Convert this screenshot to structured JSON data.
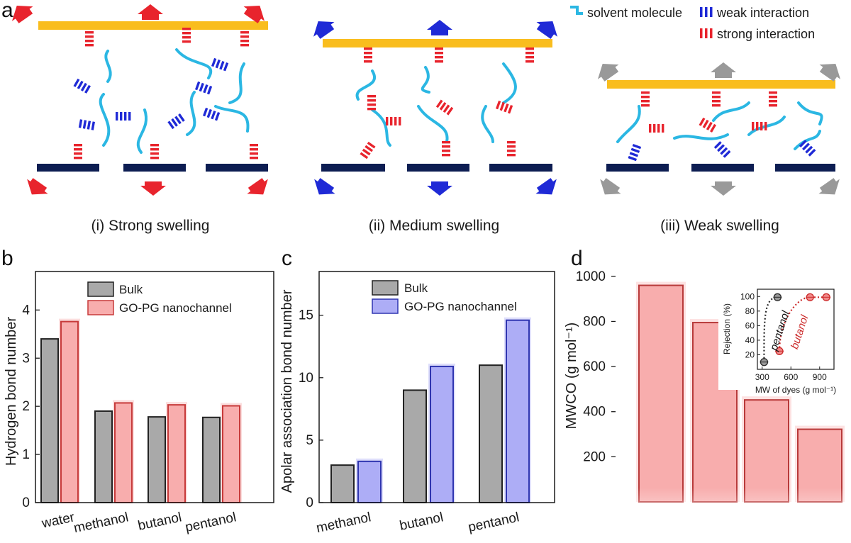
{
  "panel_a": {
    "letter": "a",
    "legend": {
      "solvent": "solvent molecule",
      "weak": "weak interaction",
      "strong": "strong interaction"
    },
    "captions": [
      "(i) Strong swelling",
      "(ii) Medium swelling",
      "(iii) Weak swelling"
    ],
    "colors": {
      "top_sheet": "#f9bd1e",
      "bottom_sheet": "#0d1d52",
      "solvent": "#2bb7e3",
      "weak": "#1f2ad6",
      "strong": "#e8242d",
      "arrow_i": "#e8242d",
      "arrow_ii": "#1f2ad6",
      "arrow_iii": "#999999"
    }
  },
  "chart_data": [
    {
      "id": "b",
      "letter": "b",
      "type": "bar",
      "categories": [
        "water",
        "methanol",
        "butanol",
        "pentanol"
      ],
      "series": [
        {
          "name": "Bulk",
          "values": [
            3.4,
            1.9,
            1.78,
            1.77
          ],
          "color": "#a9a9a9",
          "edge": "#222222"
        },
        {
          "name": "GO-PG nanochannel",
          "values": [
            3.76,
            2.07,
            2.03,
            2.01
          ],
          "color": "#f8adad",
          "edge": "#c73a3a"
        }
      ],
      "ylabel": "Hydrogen bond number",
      "ylim": [
        0,
        4.8
      ],
      "yticks": [
        "0",
        "1",
        "2",
        "3",
        "4"
      ],
      "legend": "top"
    },
    {
      "id": "c",
      "letter": "c",
      "type": "bar",
      "categories": [
        "methanol",
        "butanol",
        "pentanol"
      ],
      "series": [
        {
          "name": "Bulk",
          "values": [
            3.0,
            9.0,
            11.0
          ],
          "color": "#a9a9a9",
          "edge": "#222222"
        },
        {
          "name": "GO-PG nanochannel",
          "values": [
            3.3,
            10.9,
            14.6
          ],
          "color": "#adadf6",
          "edge": "#2f35b0"
        }
      ],
      "ylabel": "Apolar association bond number",
      "ylim": [
        0,
        18.5
      ],
      "yticks": [
        "0",
        "5",
        "10",
        "15"
      ],
      "legend": "top"
    },
    {
      "id": "d",
      "letter": "d",
      "type": "bar",
      "categories": [
        "",
        "",
        "",
        ""
      ],
      "series": [
        {
          "values": [
            960,
            795,
            452,
            322
          ],
          "color": "#f8adad",
          "edge": "#b83a3a"
        }
      ],
      "ylabel": "MWCO (g mol⁻¹)",
      "ylim": [
        0,
        1100
      ],
      "yticks": [
        "200",
        "400",
        "600",
        "800",
        "1000"
      ],
      "inset": {
        "type": "scatter",
        "xlabel": "MW of dyes (g mol⁻¹)",
        "ylabel": "Rejection (%)",
        "xlim": [
          250,
          1050
        ],
        "ylim": [
          0,
          110
        ],
        "xticks": [
          "300",
          "600",
          "900"
        ],
        "yticks": [
          "20",
          "40",
          "60",
          "80",
          "100"
        ],
        "series": [
          {
            "name": "pentanol",
            "x": [
              320,
              460
            ],
            "y": [
              10,
              99
            ],
            "color": "#2a2a2a",
            "fill": "#999999"
          },
          {
            "name": "butanol",
            "x": [
              480,
              800,
              970
            ],
            "y": [
              25,
              99,
              99
            ],
            "color": "#cc2b2b",
            "fill": "#f18a8a"
          }
        ]
      }
    }
  ]
}
